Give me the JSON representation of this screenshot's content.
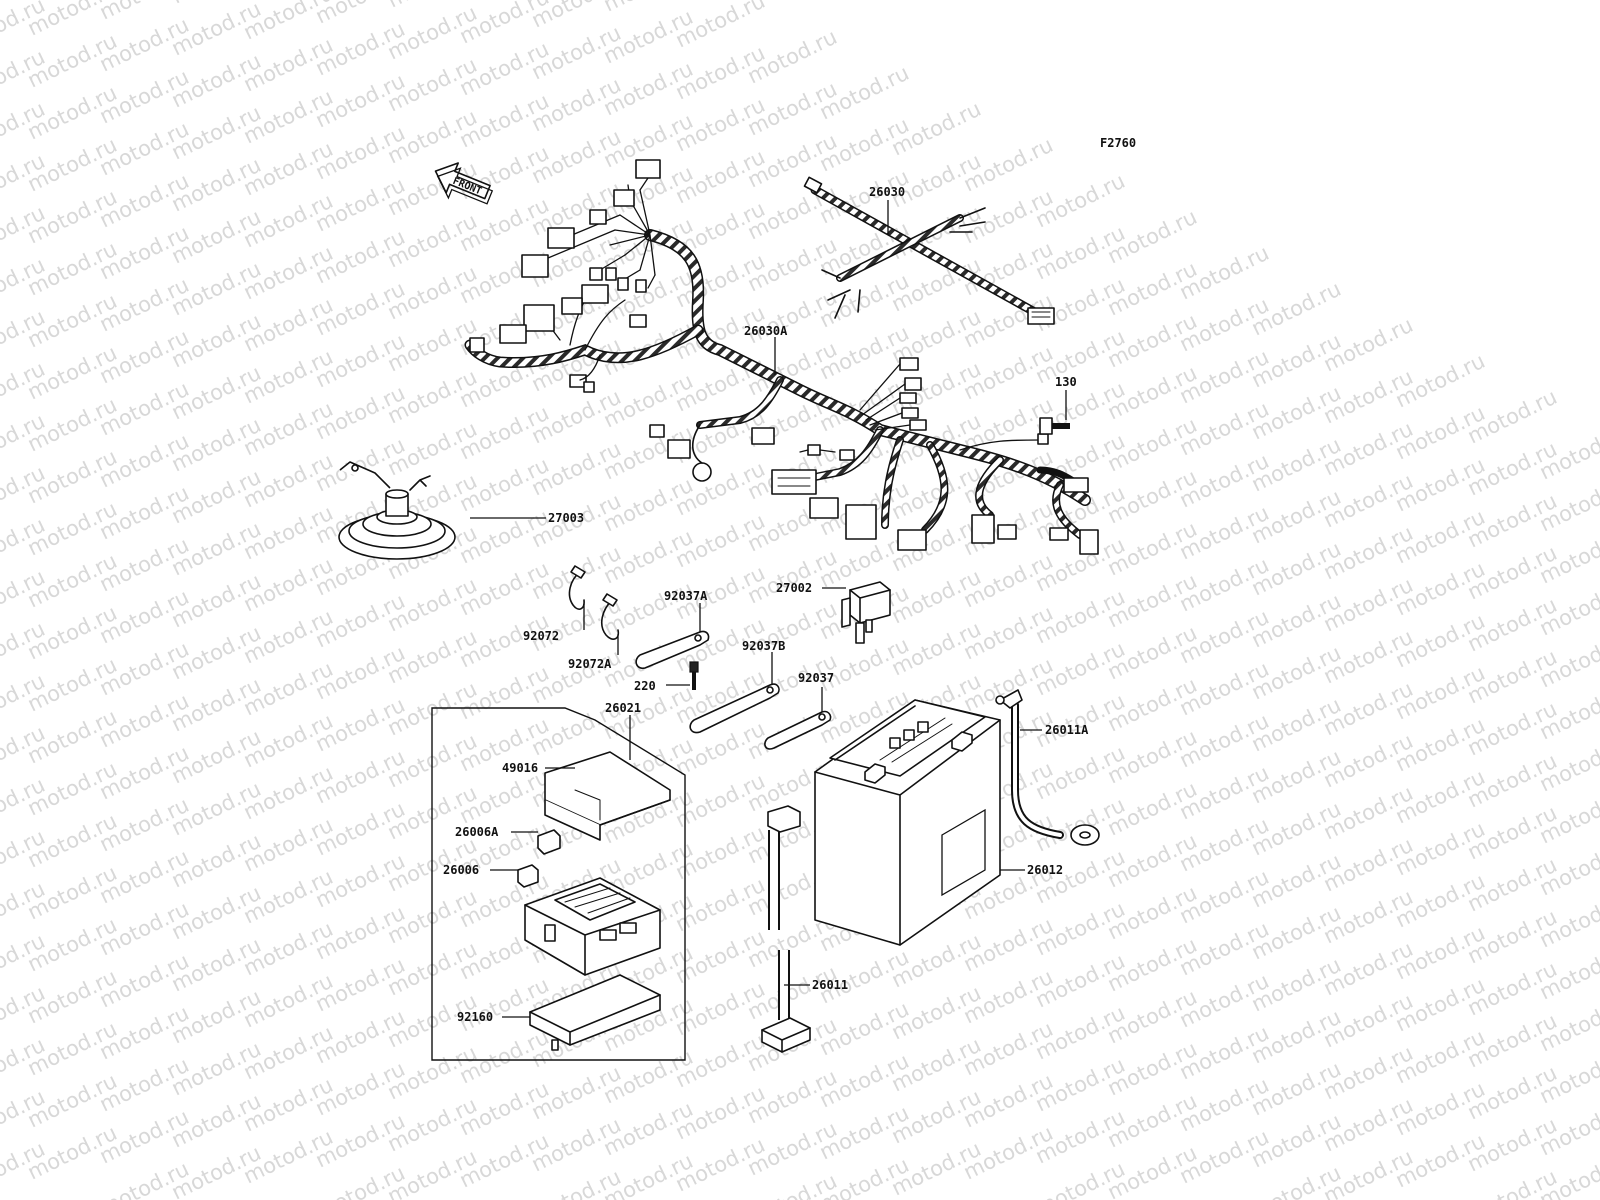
{
  "figure_code": "F2760",
  "front_arrow_label": "FRONT",
  "watermark_text": "motod.ru",
  "part_labels": {
    "p26030": "26030",
    "p26030A": "26030A",
    "p130": "130",
    "p27003": "27003",
    "p92072": "92072",
    "p92072A": "92072A",
    "p92037A": "92037A",
    "p27002": "27002",
    "p92037B": "92037B",
    "p220": "220",
    "p92037": "92037",
    "p26021": "26021",
    "p26011A": "26011A",
    "p49016": "49016",
    "p26006A": "26006A",
    "p26006": "26006",
    "p26012": "26012",
    "p26011": "26011",
    "p92160": "92160"
  },
  "colors": {
    "ink": "#111111",
    "background": "#ffffff",
    "watermark": "#d8d8d8",
    "wrap": "#2a2a2a"
  }
}
